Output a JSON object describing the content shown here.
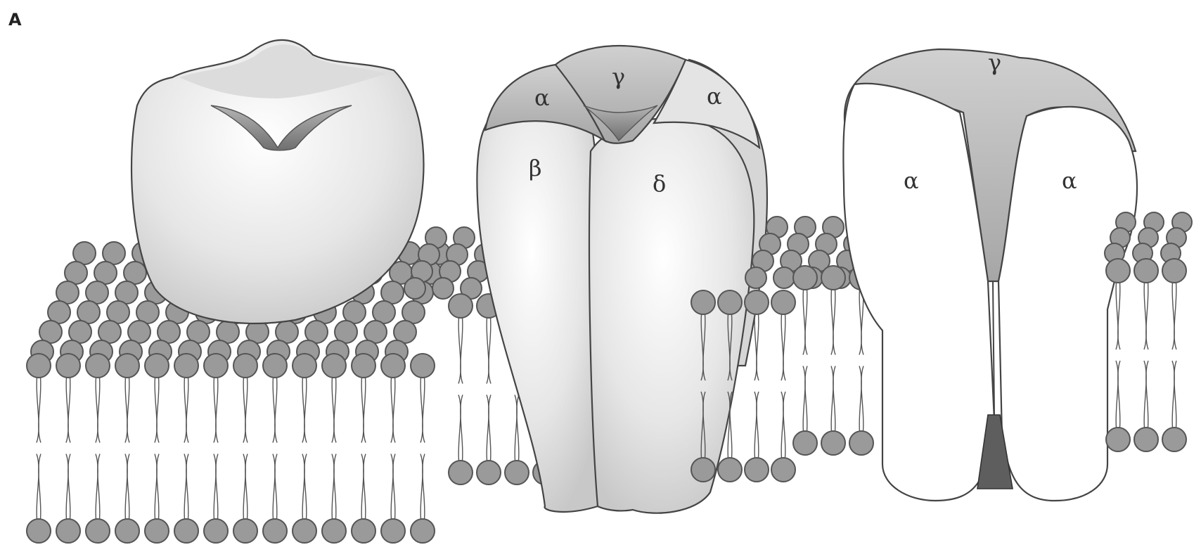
{
  "figure": {
    "panel_label": "A",
    "subunit_labels": {
      "alpha": "α",
      "gamma": "γ",
      "beta": "β",
      "delta": "δ"
    }
  },
  "colors": {
    "background": "#ffffff",
    "protein_light": "#e8e8e8",
    "protein_mid": "#bdbdbd",
    "protein_dark": "#7d7d7d",
    "lipid_head": "#9a9a9a",
    "outline": "#444444"
  }
}
